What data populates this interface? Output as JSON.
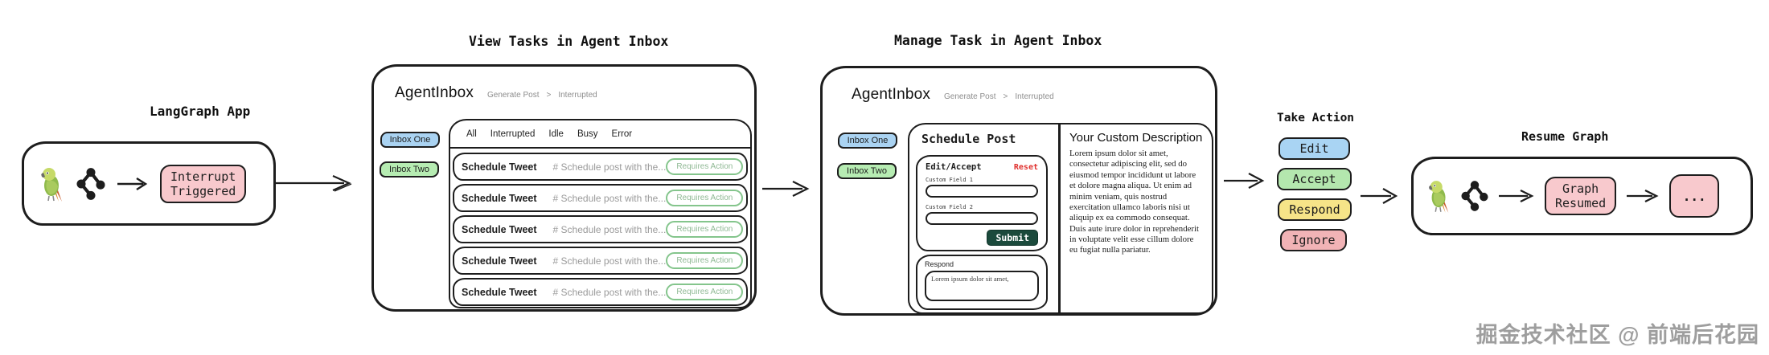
{
  "watermark": "掘金技术社区 @ 前端后花园",
  "colors": {
    "pink_badge": "#f8c9cd",
    "inbox_one_blue": "#aad3f2",
    "inbox_two_green": "#b6ecb2",
    "edit_blue": "#a9d4f3",
    "accept_green": "#b4e7ae",
    "respond_yellow": "#f6e488",
    "ignore_red": "#f1b3b6",
    "submit_dark_green": "#1b4a3c",
    "reset_red": "#e0312e",
    "requires_action_green": "#84c58c"
  },
  "sections": {
    "langgraph_app": {
      "title": "LangGraph App",
      "icons": [
        "parrot-icon",
        "graph-nodes-icon",
        "arrow-right-icon"
      ],
      "badge_lines": [
        "Interrupt",
        "Triggered"
      ]
    },
    "view_tasks": {
      "title": "View Tasks in Agent Inbox",
      "app_name": "AgentInbox",
      "breadcrumb": {
        "items": [
          "Generate Post",
          "Interrupted"
        ],
        "separator": ">"
      },
      "inboxes": [
        "Inbox One",
        "Inbox Two"
      ],
      "tabs": [
        "All",
        "Interrupted",
        "Idle",
        "Busy",
        "Error"
      ],
      "rows": [
        {
          "title": "Schedule Tweet",
          "desc": "# Schedule post with the...",
          "badge": "Requires Action"
        },
        {
          "title": "Schedule Tweet",
          "desc": "# Schedule post with the...",
          "badge": "Requires Action"
        },
        {
          "title": "Schedule Tweet",
          "desc": "# Schedule post with the...",
          "badge": "Requires Action"
        },
        {
          "title": "Schedule Tweet",
          "desc": "# Schedule post with the...",
          "badge": "Requires Action"
        },
        {
          "title": "Schedule Tweet",
          "desc": "# Schedule post with the...",
          "badge": "Requires Action"
        }
      ]
    },
    "manage_task": {
      "title": "Manage Task in Agent Inbox",
      "app_name": "AgentInbox",
      "breadcrumb": {
        "items": [
          "Generate Post",
          "Interrupted"
        ],
        "separator": ">"
      },
      "inboxes": [
        "Inbox One",
        "Inbox Two"
      ],
      "panel_title": "Schedule Post",
      "edit_accept": {
        "label": "Edit/Accept",
        "reset_label": "Reset",
        "field1_label": "Custom Field 1",
        "field2_label": "Custom Field 2",
        "submit_label": "Submit"
      },
      "respond": {
        "label": "Respond",
        "value": "Lorem ipsum dolor sit amet,"
      },
      "description": {
        "title": "Your Custom Description",
        "body": "Lorem ipsum dolor sit amet, consectetur adipiscing elit, sed do eiusmod tempor incididunt ut labore et dolore magna aliqua. Ut enim ad minim veniam, quis nostrud exercitation ullamco laboris nisi ut aliquip ex ea commodo consequat. Duis aute irure dolor in reprehenderit in voluptate velit esse cillum dolore eu fugiat nulla pariatur."
      }
    },
    "take_action": {
      "title": "Take Action",
      "buttons": [
        {
          "label": "Edit",
          "color": "#a9d4f3"
        },
        {
          "label": "Accept",
          "color": "#b4e7ae"
        },
        {
          "label": "Respond",
          "color": "#f6e488"
        },
        {
          "label": "Ignore",
          "color": "#f1b3b6"
        }
      ]
    },
    "resume_graph": {
      "title": "Resume Graph",
      "icons": [
        "parrot-icon",
        "graph-nodes-icon",
        "arrow-right-icon"
      ],
      "badge_lines": [
        "Graph",
        "Resumed"
      ],
      "ellipsis": "..."
    }
  }
}
